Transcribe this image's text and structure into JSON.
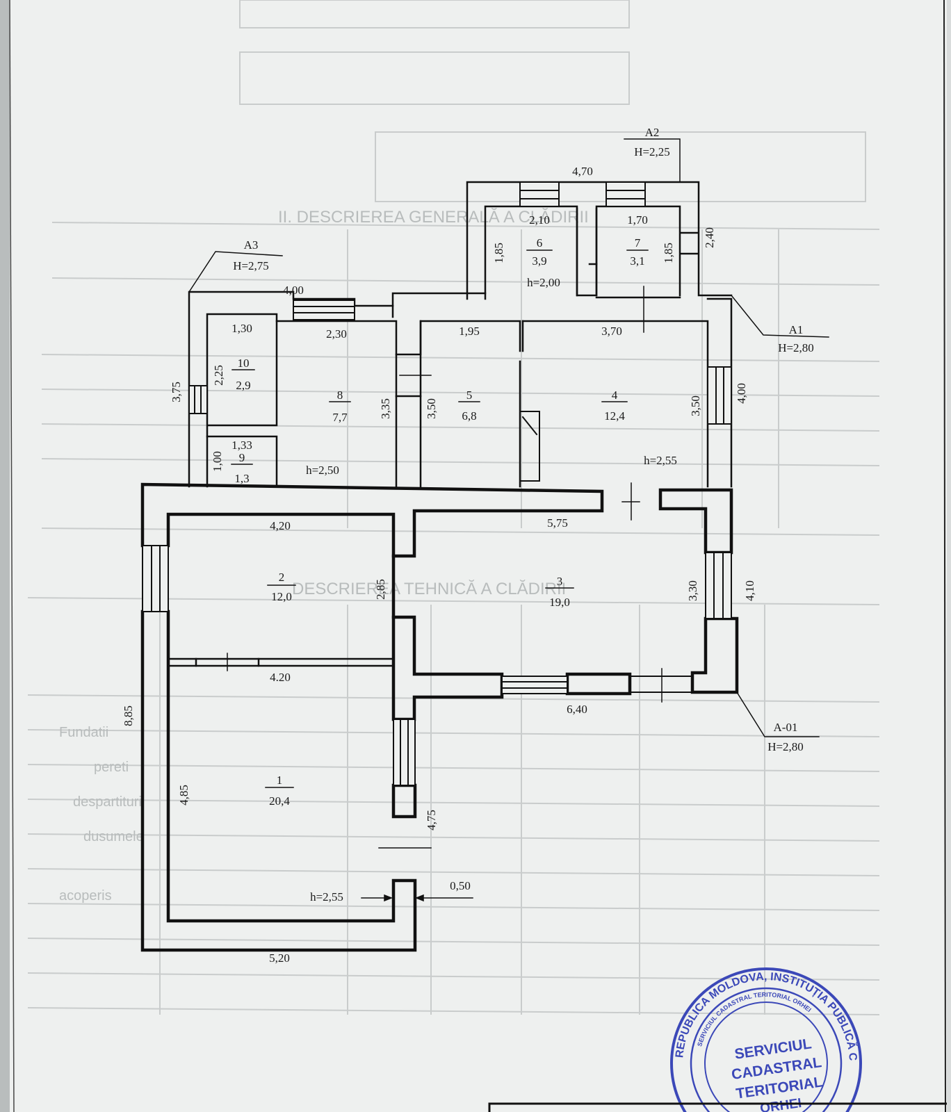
{
  "colors": {
    "paper": "#eef0ef",
    "ink": "#111111",
    "faint": "#b8bcbc",
    "seal": "#3b48b8"
  },
  "background_form": {
    "section_title": "II. DESCRIEREA GENERALĂ A CLĂDIRII",
    "section_title_2": "DESCRIEREA TEHNICĂ A CLĂDIRII",
    "rows": [
      "Fundatii",
      "pereti",
      "despartituri",
      "dusumele",
      "acoperis"
    ]
  },
  "annex": {
    "a2": {
      "label": "A2",
      "height": "H=2,25"
    },
    "a3": {
      "label": "A3",
      "height": "H=2,75"
    },
    "a1": {
      "label": "A1",
      "height": "H=2,80"
    },
    "a01": {
      "label": "A-01",
      "height": "H=2,80"
    }
  },
  "rooms": [
    {
      "num": "1",
      "area": "20,4"
    },
    {
      "num": "2",
      "area": "12,0"
    },
    {
      "num": "3",
      "area": "19,0"
    },
    {
      "num": "4",
      "area": "12,4"
    },
    {
      "num": "5",
      "area": "6,8"
    },
    {
      "num": "6",
      "area": "3,9"
    },
    {
      "num": "7",
      "area": "3,1"
    },
    {
      "num": "8",
      "area": "7,7"
    },
    {
      "num": "9",
      "area": "1,3"
    },
    {
      "num": "10",
      "area": "2,9"
    }
  ],
  "heights": {
    "r6": "h=2,00",
    "r8": "h=2,50",
    "r4": "h=2,55",
    "r1": "h=2,55"
  },
  "dimensions": {
    "top_a2": "4,70",
    "r6_w": "2,10",
    "r7_w": "1,70",
    "r6_h": "1,85",
    "r7_h": "1,85",
    "a2_side": "2,40",
    "a3_top": "4,00",
    "r10_w": "1,30",
    "r8_w": "2,30",
    "r5_w": "1,95",
    "r4_w": "3,70",
    "a3_side": "3,75",
    "r10_h": "2,25",
    "r8_h": "3,35",
    "r5_h": "3,50",
    "r4_h": "3,50",
    "a1_side": "4,00",
    "r9_w": "1,33",
    "r9_h": "1,00",
    "r2_w": "4,20",
    "r3_w": "5,75",
    "r2_h": "2,85",
    "r3_h": "3,30",
    "a01_side": "4,10",
    "r2_w_bottom": "4.20",
    "bottom_r3": "6,40",
    "left_total": "8,85",
    "r1_h": "4,85",
    "r1_side": "4,75",
    "wall": "0,50",
    "bottom_total": "5,20"
  },
  "stamp": {
    "ring_text": "REPUBLICA MOLDOVA, INSTITUȚIA PUBLICĂ CADASTRUL BUNURILOR IMOBILE",
    "inner_ring": "SERVICIUL CADASTRAL TERITORIAL ORHEI",
    "line1": "SERVICIUL",
    "line2": "CADASTRAL",
    "line3": "TERITORIAL",
    "line4": "ORHEI"
  }
}
